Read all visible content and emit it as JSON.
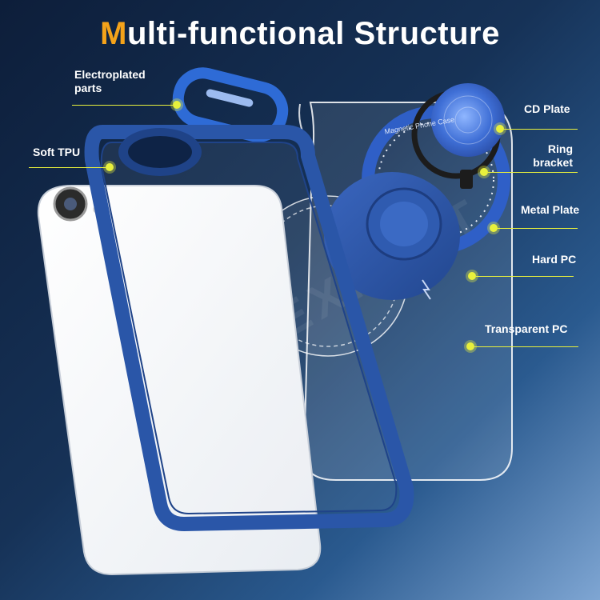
{
  "title": {
    "accent_letter": "M",
    "rest": "ulti-functional Structure"
  },
  "labels": {
    "electroplated": "Electroplated parts",
    "soft_tpu": "Soft TPU",
    "cd_plate": "CD Plate",
    "ring_bracket": "Ring bracket",
    "metal_plate": "Metal Plate",
    "hard_pc": "Hard PC",
    "transparent_pc": "Transparent PC"
  },
  "ring_text": "Magnetic Phone Case",
  "watermark": "EXPERT",
  "colors": {
    "accent": "#f5a31a",
    "callout": "#e8f03c",
    "case_blue": "#2a56a8",
    "phone_white": "#ffffff",
    "background": "#163257"
  }
}
